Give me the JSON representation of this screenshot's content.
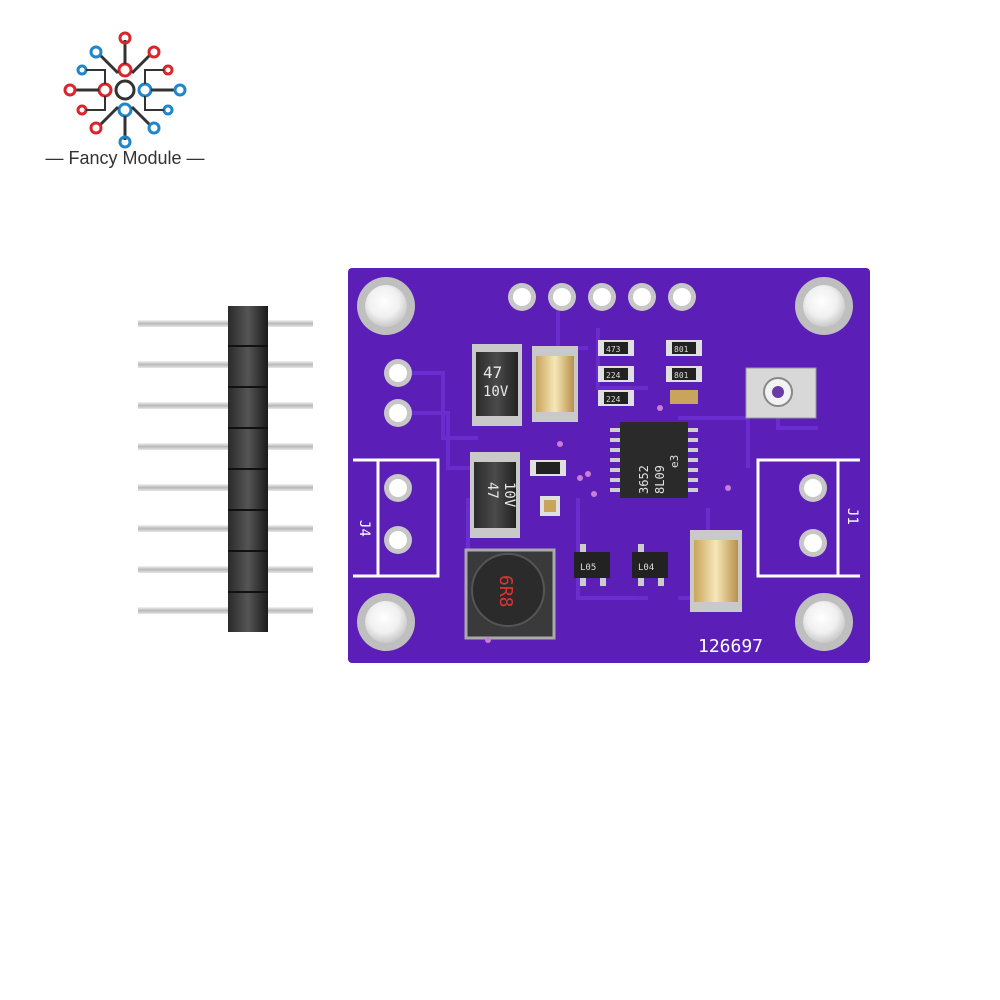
{
  "brand": {
    "name": "Fancy Module",
    "colors": {
      "red": "#d9262c",
      "blue": "#1f86c9",
      "dark": "#333333"
    }
  },
  "pcb": {
    "board_color": "#5b1fb8",
    "silkscreen_color": "#ffffff",
    "board_number": "126697",
    "connector_left": "J4",
    "connector_right": "J1",
    "chip_marking_1": "3652",
    "chip_marking_2": "8L09",
    "chip_marking_3": "e3",
    "cap1_value": "47",
    "cap1_voltage": "10V",
    "cap2_value": "47",
    "cap2_voltage": "10V",
    "inductor_marking": "6R8",
    "resistor_labels": [
      "473",
      "224",
      "224",
      "801",
      "801"
    ],
    "transistor_labels": [
      "L05",
      "L04"
    ]
  },
  "header": {
    "pin_count": 8
  }
}
